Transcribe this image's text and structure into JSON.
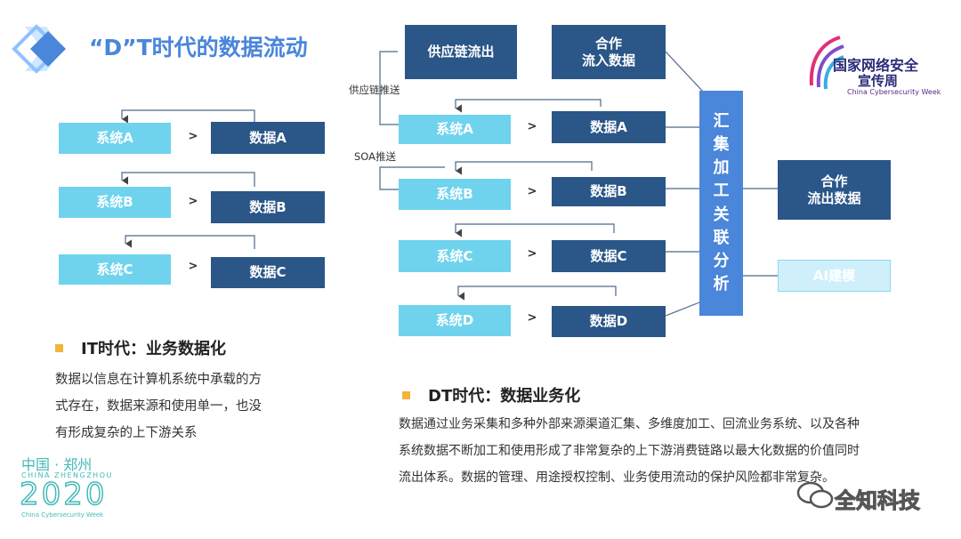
{
  "title": "“D”T时代的数据流动",
  "it": {
    "rows": [
      {
        "system": "系统A",
        "data": "数据A"
      },
      {
        "system": "系统B",
        "data": "数据B"
      },
      {
        "system": "系统C",
        "data": "数据C"
      }
    ],
    "heading": "IT时代：业务数据化",
    "desc_lines": [
      "数据以信息在计算机系统中承载的方",
      "式存在，数据来源和使用单一，也没",
      "有形成复杂的上下游关系"
    ]
  },
  "dt": {
    "supply_out": "供应链流出",
    "partner_in": "合作\n流入数据",
    "supply_push": "供应链推送",
    "soa_push": "SOA推送",
    "rows": [
      {
        "system": "系统A",
        "data": "数据A"
      },
      {
        "system": "系统B",
        "data": "数据B"
      },
      {
        "system": "系统C",
        "data": "数据C"
      },
      {
        "system": "系统D",
        "data": "数据D"
      }
    ],
    "hub": "汇\n集\n加\n工\n关\n联\n分\n析",
    "partner_out": "合作\n流出数据",
    "ai": "AI建模",
    "heading": "DT时代：数据业务化",
    "desc_lines": [
      "数据通过业务采集和多种外部来源渠道汇集、多维度加工、回流业务系统、以及各种",
      "系统数据不断加工和使用形成了非常复杂的上下游消费链路以最大化数据的价值同时",
      "流出体系。数据的管理、用途授权控制、业务使用流动的保护风险都非常复杂。"
    ]
  },
  "arrow_glyph": ">",
  "logo": {
    "line1": "国家网络安全",
    "line2": "宣传周",
    "sub": "China Cybersecurity Week"
  },
  "bottom_logo": {
    "line1": "中国 · 郑州",
    "line2": "CHINA ZHENGZHOU",
    "year": "2020",
    "sub": "China Cybersecurity Week"
  },
  "watermark": "全知科技",
  "colors": {
    "system": "#6fd3ee",
    "data": "#2a5688",
    "hub": "#4a86da",
    "bullet": "#f2b53a",
    "title": "#4a86da"
  }
}
